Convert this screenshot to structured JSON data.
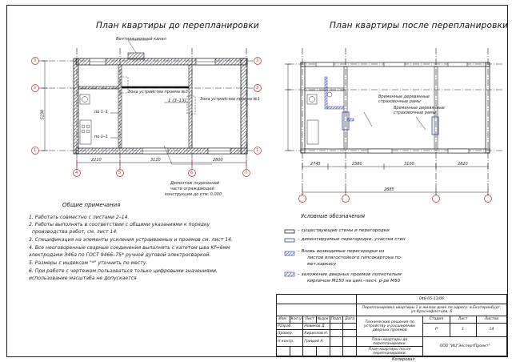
{
  "titles": {
    "before": "План квартиры до перепланировки",
    "after": "План квартиры после перепланировки"
  },
  "grid_axes": {
    "rows": [
      "3",
      "2",
      "1"
    ],
    "cols": [
      "4",
      "5",
      "6",
      "7"
    ],
    "left_row": [
      "3",
      "2",
      "1"
    ]
  },
  "plan_labels": {
    "ventilation": "Вентиляционный канал",
    "wall_before_a": "Зона устройства проема №3",
    "wall_before_b": "Зона устройства проема №1",
    "cut_label": "1 (3–13)",
    "section_1": "по 1–1",
    "section_2": "по 1–1",
    "demolish_note_1": "Демонтаж подоконной",
    "demolish_note_2": "части ограждающей",
    "demolish_note_3": "конструкции до отм. 0,000",
    "temp_support_1": "Временные деревянные",
    "temp_support_1b": "страховочные рамы",
    "temp_support_2": "Временные деревянные",
    "temp_support_2b": "страховочные рамы"
  },
  "dims_before": [
    "2210",
    "3110",
    "2800",
    "5230"
  ],
  "dims_after": [
    "2745",
    "2380",
    "3100",
    "2820",
    "2685"
  ],
  "notes": {
    "title": "Общие примечания",
    "items": [
      "1. Работать совместно с листами 2–14.",
      "2. Работы выполнять в соответствии с общими указаниями к порядку",
      "производства работ, см. лист 14.",
      "3. Спецификация на элементы усиления устраиваемых и проемов см. лист 14.",
      "4. Все неоговоренные сварные соединения выполнять с катетом шва Kf=6мм",
      "электродами Э46а по ГОСТ 9466–75* ручной дуговой электросваркой.",
      "5. Размеры с индексом \"*\" уточнить по месту.",
      "6. При работе с чертежом пользоваться только цифровыми значениями,",
      "использование масштаба не допускается"
    ]
  },
  "legend": {
    "title": "Условные обозначения",
    "items": [
      "– существующие стены и перегородки",
      "– демонтируемые перегородки, участки стен",
      "– Вновь возводимые перегородки из",
      "листов влагостойкого гипсокартона по",
      "мет.каркасу",
      "– заложение дверных проемов полнотелым",
      "кирпичом М150 на цем.–песч. р-ре М50"
    ]
  },
  "title_block": {
    "code": "048-05-13/06",
    "object": "Перепланировка квартиры 1 в жилом доме по адресу: в.Екатеринбург, ул.Краснофлотцев, 6",
    "head": [
      "Изм.",
      "Кол.уч",
      "Лист",
      "№док",
      "Подп.",
      "Дата"
    ],
    "roles": [
      {
        "role": "Разраб.",
        "name": "Новиков Д."
      },
      {
        "role": "Провер.",
        "name": "Кириллов Н."
      },
      {
        "role": "Н.контр.",
        "name": "Грищей А."
      }
    ],
    "description": "Технические решения по устройству и расширению дверных проемов",
    "stage_hdr": "Стадия",
    "sheet_hdr": "Лист",
    "sheets_hdr": "Листов",
    "stage": "Р",
    "sheet": "1",
    "sheets": "14",
    "drawing_1": "План квартиры до перепланировки.",
    "drawing_2": "План квартиры после перепланировки.",
    "company": "ООО \"ИЦ\"ЭкспертПроект\"",
    "copied": "Копировал"
  }
}
